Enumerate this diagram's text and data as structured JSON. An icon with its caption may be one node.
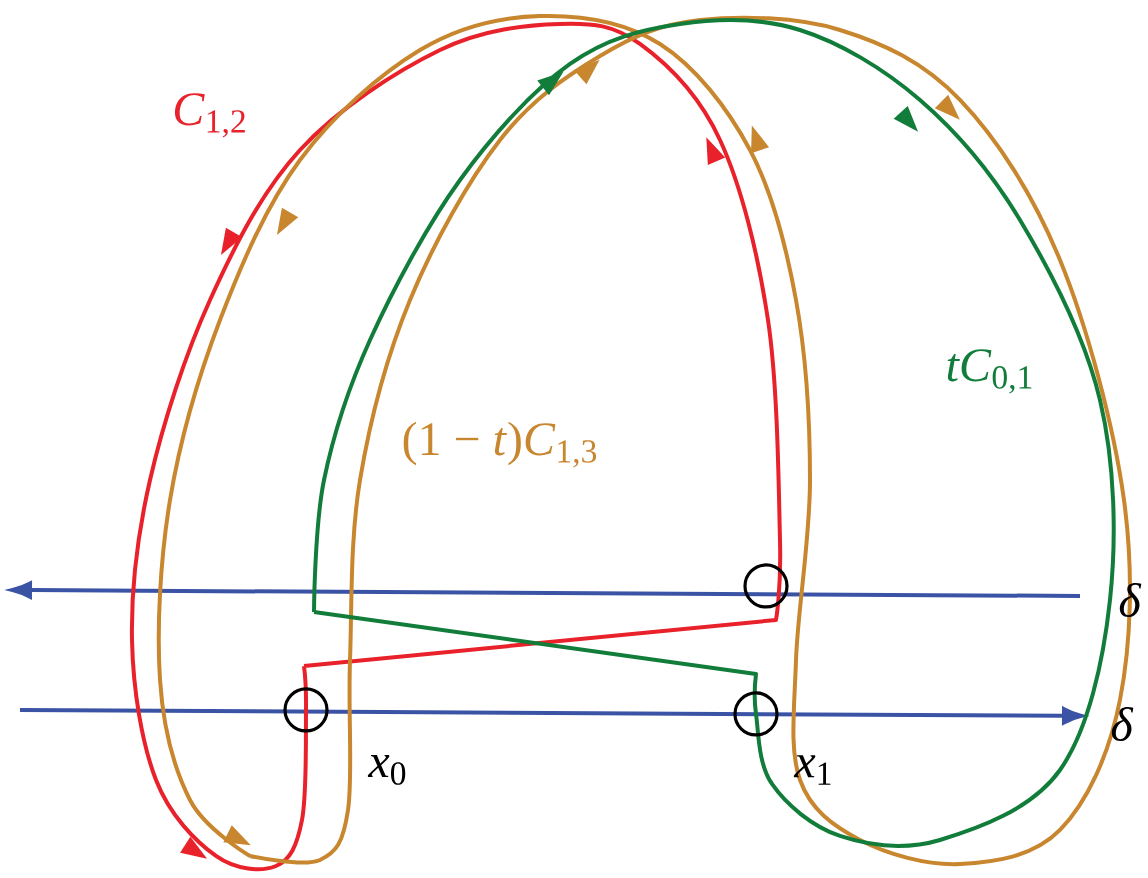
{
  "diagram": {
    "labels": [
      "*C*$_{1,2}$",
      "(1 − *t*)*C*$_{1,3}$",
      "*tC*$_{0,1}$",
      "δ",
      "δ",
      "*x*$_{0}$",
      "*x*$_{1}$"
    ]
  }
}
